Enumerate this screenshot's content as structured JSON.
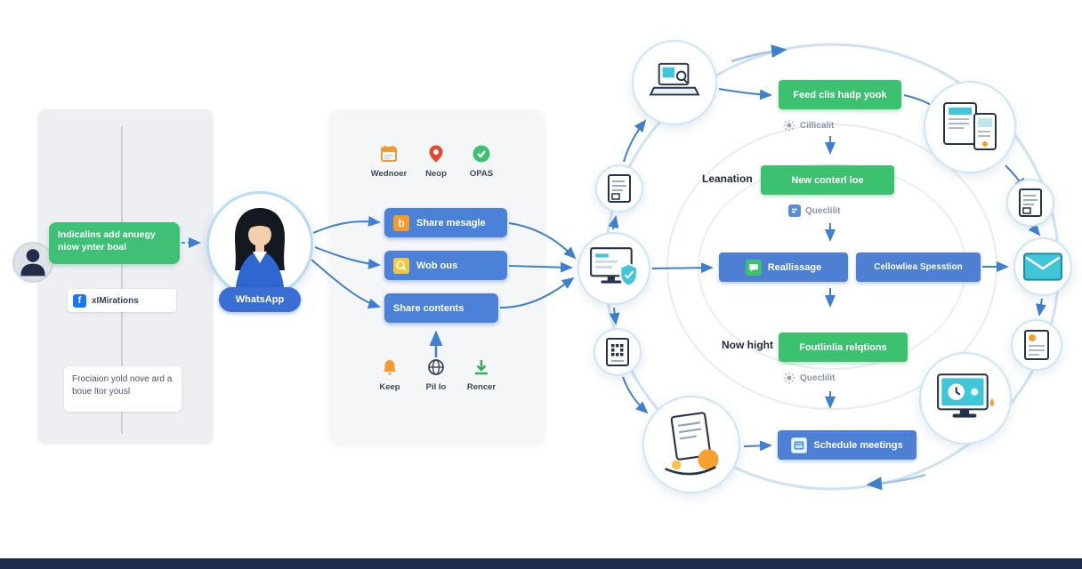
{
  "left_panel": {
    "bubble": "Indicalins add anuegy niow ynter boal",
    "facebook_letter": "f",
    "facebook_label": "xIMirations",
    "note": "Frociaion yold nove ard a boue ltor yousl"
  },
  "whatsapp": {
    "label": "WhatsApp"
  },
  "middle_panel": {
    "top_icons": [
      {
        "label": "Wednoer",
        "icon": "calendar-icon"
      },
      {
        "label": "Neop",
        "icon": "map-pin-icon"
      },
      {
        "label": "OPAS",
        "icon": "check-circle-icon"
      }
    ],
    "buttons": [
      {
        "label": "Share mesagle",
        "icon": "letter-b-icon",
        "icon_letter": "b"
      },
      {
        "label": "Wob ous",
        "icon": "search-icon"
      },
      {
        "label": "Share contents",
        "icon": "none"
      }
    ],
    "bottom_icons": [
      {
        "label": "Keep",
        "icon": "bell-icon"
      },
      {
        "label": "Pil Io",
        "icon": "globe-icon"
      },
      {
        "label": "Rencer",
        "icon": "download-icon"
      }
    ]
  },
  "flow": {
    "feed_button": "Feed clis hadp yook",
    "cillicalit_label": "Cillicalit",
    "leanation_label": "Leanation",
    "new_content_button": "New conterl loe",
    "queclilit_label_1": "Queclilit",
    "realissage_button": "Reallissage",
    "cellowliea_button": "Cellowliea Spesstion",
    "now_hight_label": "Now hight",
    "foutlinlia_button": "Foutlinlia relqtions",
    "queclilit_label_2": "Queclilit",
    "schedule_button": "Schedule meetings"
  },
  "icons": {
    "nodes": [
      "laptop-icon",
      "document-icon",
      "monitor-shield-icon",
      "qr-document-icon",
      "hand-document-icon",
      "devices-icon",
      "envelope-icon",
      "document-orange-icon",
      "monitor-clock-icon",
      "person-icon",
      "woman-avatar-icon"
    ],
    "small": [
      "sun-icon",
      "widget-icon",
      "chat-icon",
      "schedule-icon",
      "facebook-icon"
    ]
  },
  "colors": {
    "green": "#3bc170",
    "blue": "#4d7fd2",
    "teal": "#3fc6d8",
    "navy": "#25324f",
    "bottom_bar": "#1d2b4c",
    "node_border": "#cde6f5"
  }
}
